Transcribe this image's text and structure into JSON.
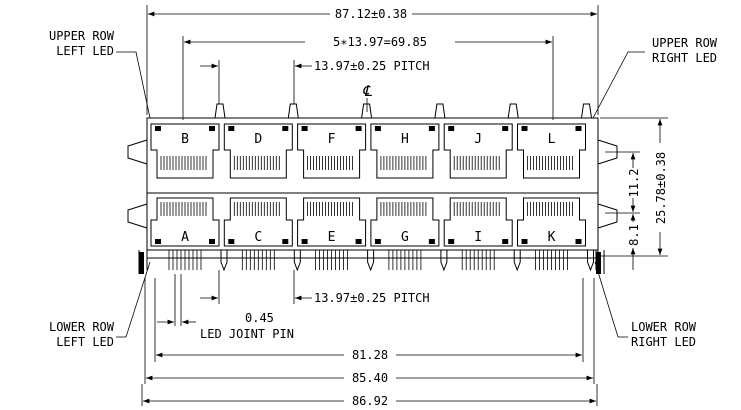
{
  "dimensions": {
    "overall_top": "87.12±0.38",
    "span_pitch_total": "5∗13.97=69.85",
    "pitch_top": "13.97±0.25 PITCH",
    "pitch_bottom": "13.97±0.25 PITCH",
    "lead_span": "81.28",
    "body_width": "85.40",
    "overall_bottom": "86.92",
    "height_total": "25.78±0.38",
    "upper_offset": "11.2",
    "lower_offset": "8.1",
    "led_pin": "0.45"
  },
  "labels": {
    "upper_left": [
      "UPPER ROW",
      "LEFT LED"
    ],
    "upper_right": [
      "UPPER ROW",
      "RIGHT LED"
    ],
    "lower_left": [
      "LOWER ROW",
      "LEFT LED"
    ],
    "lower_right": [
      "LOWER ROW",
      "RIGHT LED"
    ],
    "led_joint_pin": "LED JOINT PIN",
    "centerline": "℄"
  },
  "ports": {
    "upper": [
      "B",
      "D",
      "F",
      "H",
      "J",
      "L"
    ],
    "lower": [
      "A",
      "C",
      "E",
      "G",
      "I",
      "K"
    ]
  }
}
